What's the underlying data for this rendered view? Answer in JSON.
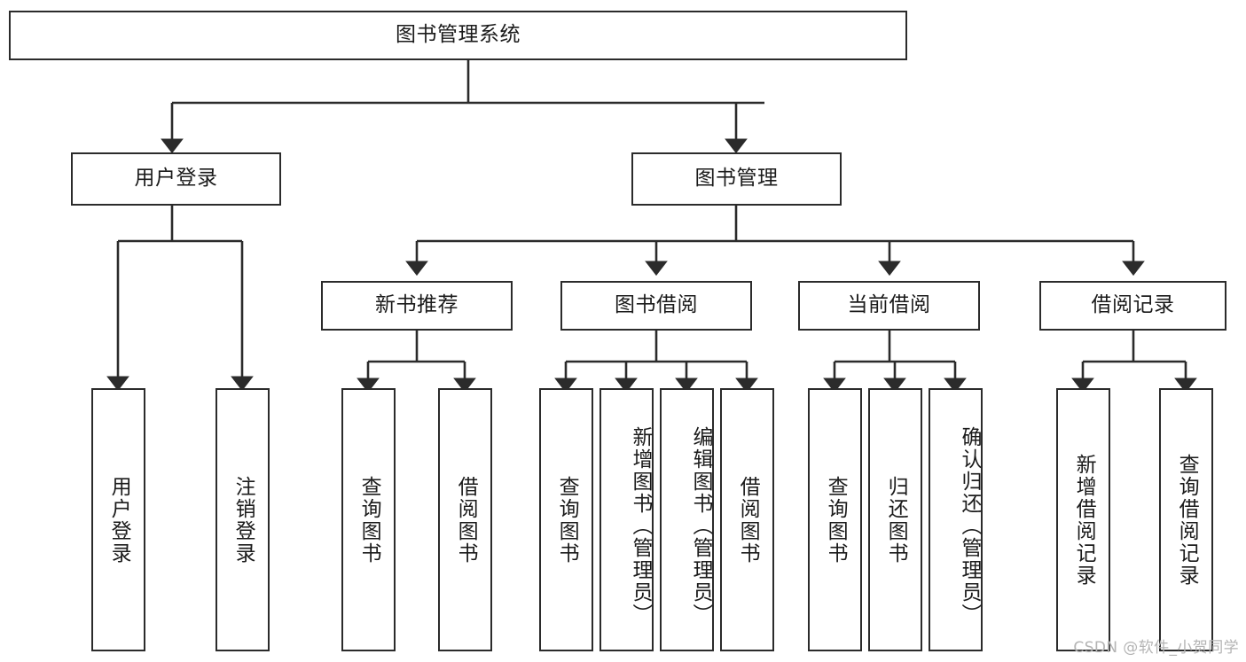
{
  "diagram": {
    "title": "图书管理系统",
    "type": "tree",
    "orientation": "top-down",
    "colors": {
      "node_border": "#2b2b2b",
      "node_fill": "#ffffff",
      "edge": "#2b2b2b",
      "text": "#1b1b1b",
      "watermark": "#b4b4b4"
    },
    "watermark": "CSDN @软件_小贺同学",
    "nodes": {
      "root": {
        "id": "root",
        "label": "图书管理系统",
        "level": 1,
        "orientation": "horizontal"
      },
      "level2": [
        {
          "id": "user-login",
          "label": "用户登录",
          "level": 2,
          "orientation": "horizontal"
        },
        {
          "id": "book-manage",
          "label": "图书管理",
          "level": 2,
          "orientation": "horizontal"
        }
      ],
      "level3": [
        {
          "id": "new-book-rec",
          "label": "新书推荐",
          "level": 3,
          "orientation": "horizontal",
          "parent": "book-manage"
        },
        {
          "id": "book-borrow",
          "label": "图书借阅",
          "level": 3,
          "orientation": "horizontal",
          "parent": "book-manage"
        },
        {
          "id": "current-borrow",
          "label": "当前借阅",
          "level": 3,
          "orientation": "horizontal",
          "parent": "book-manage"
        },
        {
          "id": "borrow-record",
          "label": "借阅记录",
          "level": 3,
          "orientation": "horizontal",
          "parent": "book-manage"
        }
      ],
      "leaves": [
        {
          "id": "leaf-user-login",
          "label": "用户登录",
          "parent": "user-login",
          "orientation": "vertical"
        },
        {
          "id": "leaf-user-logout",
          "label": "注销登录",
          "parent": "user-login",
          "orientation": "vertical"
        },
        {
          "id": "leaf-rec-query-book",
          "label": "查询图书",
          "parent": "new-book-rec",
          "orientation": "vertical"
        },
        {
          "id": "leaf-rec-borrow-book",
          "label": "借阅图书",
          "parent": "new-book-rec",
          "orientation": "vertical"
        },
        {
          "id": "leaf-borrow-query-book",
          "label": "查询图书",
          "parent": "book-borrow",
          "orientation": "vertical"
        },
        {
          "id": "leaf-borrow-add-book",
          "label": "新增图书（管理员）",
          "parent": "book-borrow",
          "orientation": "vertical"
        },
        {
          "id": "leaf-borrow-edit-book",
          "label": "编辑图书（管理员）",
          "parent": "book-borrow",
          "orientation": "vertical"
        },
        {
          "id": "leaf-borrow-borrow-book",
          "label": "借阅图书",
          "parent": "book-borrow",
          "orientation": "vertical"
        },
        {
          "id": "leaf-current-query-book",
          "label": "查询图书",
          "parent": "current-borrow",
          "orientation": "vertical"
        },
        {
          "id": "leaf-current-return-book",
          "label": "归还图书",
          "parent": "current-borrow",
          "orientation": "vertical"
        },
        {
          "id": "leaf-current-confirm-return",
          "label": "确认归还（管理员）",
          "parent": "current-borrow",
          "orientation": "vertical"
        },
        {
          "id": "leaf-record-add",
          "label": "新增借阅记录",
          "parent": "borrow-record",
          "orientation": "vertical"
        },
        {
          "id": "leaf-record-query",
          "label": "查询借阅记录",
          "parent": "borrow-record",
          "orientation": "vertical"
        }
      ]
    }
  }
}
